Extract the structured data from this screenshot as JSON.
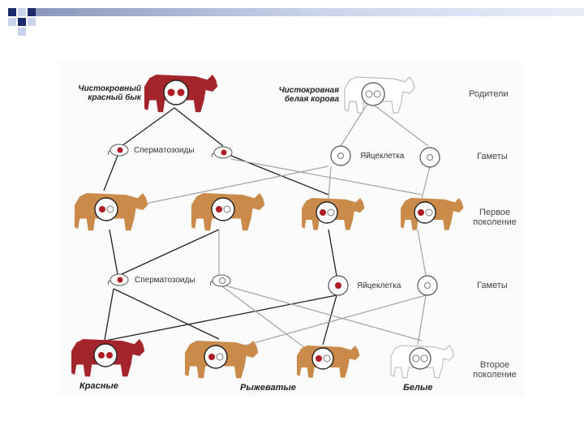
{
  "colors": {
    "navy": "#1b2a6b",
    "light_blue": "#c9d3ea",
    "red_cow": "#a3252b",
    "roan_cow": "#c98a4a",
    "white_cow": "#d8d8d8",
    "allele_red": "#b01c24",
    "line_dark": "#222222",
    "line_gray": "#a8a8a8"
  },
  "diagram": {
    "parents": {
      "bull_label_line1": "Чистокровный",
      "bull_label_line2": "красный бык",
      "cow_label_line1": "Чистокровная",
      "cow_label_line2": "белая корова"
    },
    "sperm_label": "Сперматозоиды",
    "egg_label": "Яйцеклетка",
    "rows": {
      "parents": "Родители",
      "gametes": "Гаметы",
      "first_gen_line1": "Первое",
      "first_gen_line2": "поколение",
      "second_gen_line1": "Второе",
      "second_gen_line2": "поколение"
    },
    "results": {
      "red": "Красные",
      "roan": "Рыжеватые",
      "white": "Белые"
    }
  }
}
